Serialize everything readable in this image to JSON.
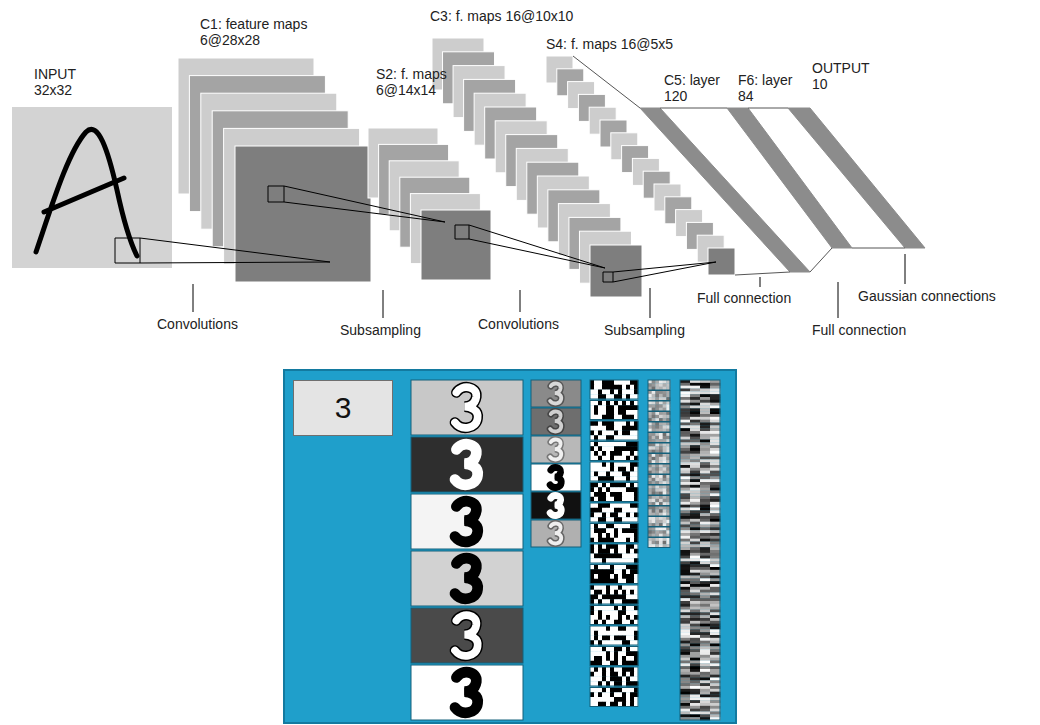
{
  "diagram": {
    "nodes": [
      {
        "text": [
          "INPUT 32x32"
        ]
      },
      {
        "text": [
          "C1: feature maps 6@28x28"
        ]
      },
      {
        "text": [
          "S2: f. maps 6@14x14"
        ]
      },
      {
        "text": [
          "C3: f. maps 16@10x10"
        ]
      },
      {
        "text": [
          "S4: f. maps 16@5x5"
        ]
      },
      {
        "text": [
          "C5: layer 120"
        ]
      },
      {
        "text": [
          "F6: layer 84"
        ]
      },
      {
        "text": [
          "OUTPUT 10"
        ]
      },
      {
        "text": [
          "3"
        ]
      }
    ],
    "edges": [
      {
        "from": 0,
        "to": 1,
        "arrow": "none"
      },
      {
        "from": 1,
        "to": 2,
        "arrow": "none"
      },
      {
        "from": 2,
        "to": 3,
        "arrow": "none"
      },
      {
        "from": 3,
        "to": 4,
        "arrow": "none"
      },
      {
        "from": 4,
        "to": 5,
        "arrow": "none"
      },
      {
        "from": 5,
        "to": 6,
        "arrow": "none"
      },
      {
        "from": 6,
        "to": 7,
        "arrow": "none"
      }
    ],
    "labels": [
      "Convolutions",
      "Subsampling",
      "Convolutions",
      "Subsampling",
      "Full connection",
      "Full connection",
      "Gaussian connections"
    ]
  }
}
